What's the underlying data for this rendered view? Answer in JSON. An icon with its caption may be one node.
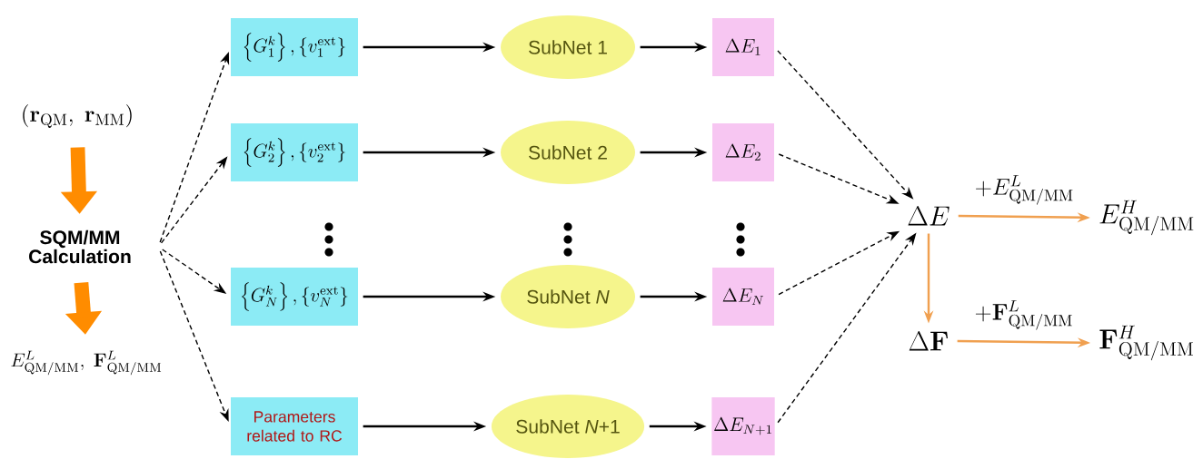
{
  "diagram": {
    "nodes": [
      {
        "text": [
          "\\left(\\mathbf{r}_{\\mathrm{QM}},\\ \\mathbf{r}_{\\mathrm{MM}}\\right)"
        ]
      },
      {
        "text": [
          "SQM/MM Calculation"
        ]
      },
      {
        "text": [
          "E^{L}_{\\mathrm{QM/MM}},\\ \\mathbf{F}^{L}_{\\mathrm{QM/MM}}"
        ]
      },
      {
        "text": [
          "\\left\\{G_1^{k}\\right\\},\\left\\{v_1^{\\mathrm{ext}}\\right\\}"
        ]
      },
      {
        "text": [
          "SubNet 1"
        ]
      },
      {
        "text": [
          "\\Delta E_1"
        ]
      },
      {
        "text": [
          "\\left\\{G_2^{k}\\right\\},\\left\\{v_2^{\\mathrm{ext}}\\right\\}"
        ]
      },
      {
        "text": [
          "SubNet 2"
        ]
      },
      {
        "text": [
          "\\Delta E_2"
        ]
      },
      {
        "text": [
          "\\left\\{G_N^{k}\\right\\},\\left\\{v_N^{\\mathrm{ext}}\\right\\}"
        ]
      },
      {
        "text": [
          "SubNet *N*"
        ]
      },
      {
        "text": [
          "\\Delta E_N"
        ]
      },
      {
        "text": [
          "Parameters related to RC"
        ]
      },
      {
        "text": [
          "SubNet *N*+1"
        ]
      },
      {
        "text": [
          "\\Delta E_{N+1}"
        ]
      },
      {
        "text": [
          "\\Delta E"
        ]
      },
      {
        "text": [
          "E^{H}_{\\mathrm{QM/MM}}"
        ]
      },
      {
        "text": [
          "\\Delta\\mathbf{F}"
        ]
      },
      {
        "text": [
          "\\mathbf{F}^{H}_{\\mathrm{QM/MM}}"
        ]
      }
    ],
    "edges": [
      {
        "from": 0,
        "to": 1,
        "arrow": "to",
        "style": "thick",
        "color": "#ff8c00"
      },
      {
        "from": 1,
        "to": 2,
        "arrow": "to",
        "style": "thick",
        "color": "#ff8c00"
      },
      {
        "from": 1,
        "to": 3,
        "arrow": "to",
        "style": "dashed"
      },
      {
        "from": 1,
        "to": 6,
        "arrow": "to",
        "style": "dashed"
      },
      {
        "from": 1,
        "to": 9,
        "arrow": "to",
        "style": "dashed"
      },
      {
        "from": 1,
        "to": 12,
        "arrow": "to",
        "style": "dashed"
      },
      {
        "from": 3,
        "to": 4,
        "arrow": "to"
      },
      {
        "from": 4,
        "to": 5,
        "arrow": "to"
      },
      {
        "from": 6,
        "to": 7,
        "arrow": "to"
      },
      {
        "from": 7,
        "to": 8,
        "arrow": "to"
      },
      {
        "from": 9,
        "to": 10,
        "arrow": "to"
      },
      {
        "from": 10,
        "to": 11,
        "arrow": "to"
      },
      {
        "from": 12,
        "to": 13,
        "arrow": "to"
      },
      {
        "from": 13,
        "to": 14,
        "arrow": "to"
      },
      {
        "from": 5,
        "to": 15,
        "arrow": "to",
        "style": "dashed"
      },
      {
        "from": 8,
        "to": 15,
        "arrow": "to",
        "style": "dashed"
      },
      {
        "from": 11,
        "to": 15,
        "arrow": "to",
        "style": "dashed"
      },
      {
        "from": 14,
        "to": 15,
        "arrow": "to",
        "style": "dashed"
      },
      {
        "from": 15,
        "to": 16,
        "arrow": "to",
        "color": "#f0a050",
        "label": "+E^{L}_{\\mathrm{QM/MM}}"
      },
      {
        "from": 15,
        "to": 17,
        "arrow": "to",
        "color": "#f0a050"
      },
      {
        "from": 17,
        "to": 18,
        "arrow": "to",
        "color": "#f0a050",
        "label": "+\\mathbf{F}^{L}_{\\mathrm{QM/MM}}"
      }
    ]
  }
}
